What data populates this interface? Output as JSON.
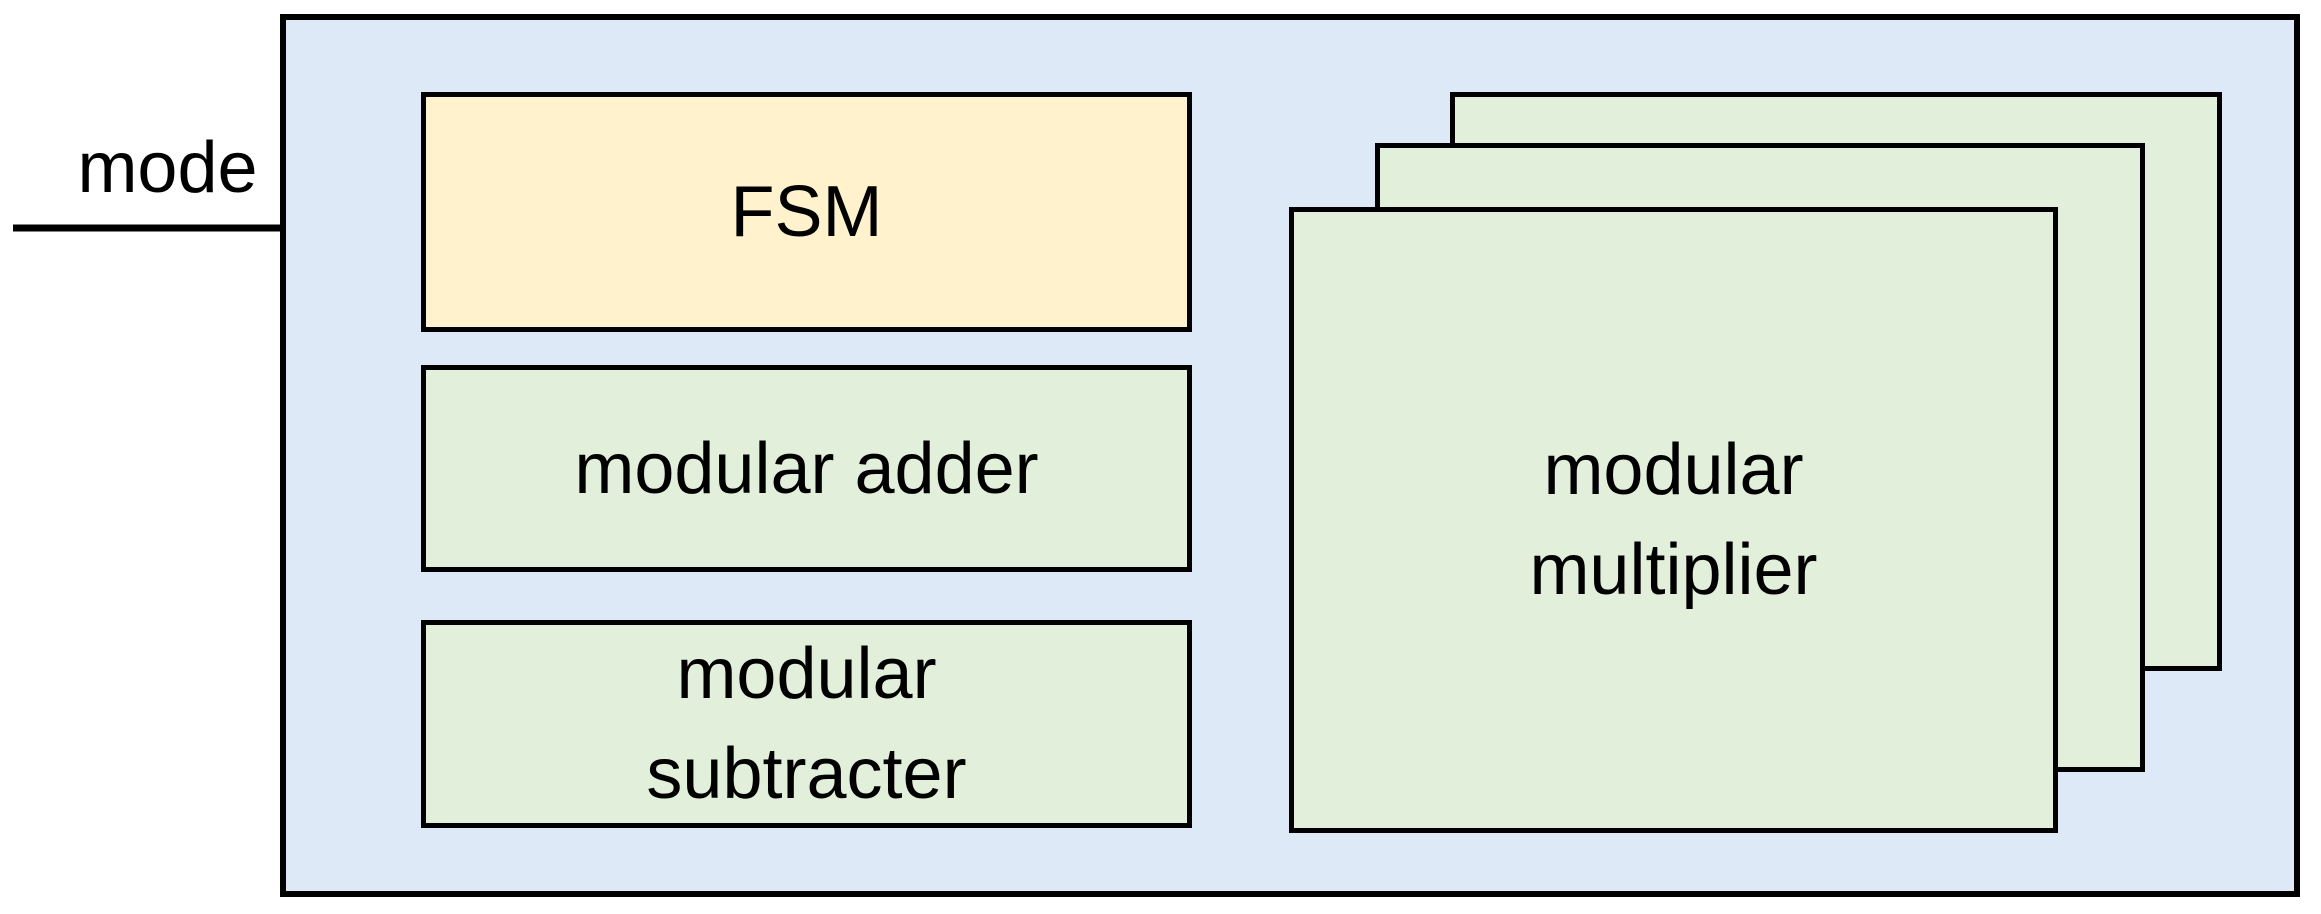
{
  "diagram": {
    "input_label": "mode",
    "blocks": {
      "fsm": {
        "label": "FSM"
      },
      "modular_adder": {
        "lines": [
          "modular adder"
        ]
      },
      "modular_subtracter": {
        "lines": [
          "modular",
          "subtracter"
        ]
      },
      "modular_multiplier": {
        "lines": [
          "modular",
          "multiplier"
        ],
        "stack_count": 3
      }
    },
    "colors": {
      "container_fill": "#DDE9F6",
      "fsm_fill": "#FFF2CC",
      "unit_fill": "#E2EFDA",
      "border": "#000000",
      "arrow": "#000000"
    }
  }
}
